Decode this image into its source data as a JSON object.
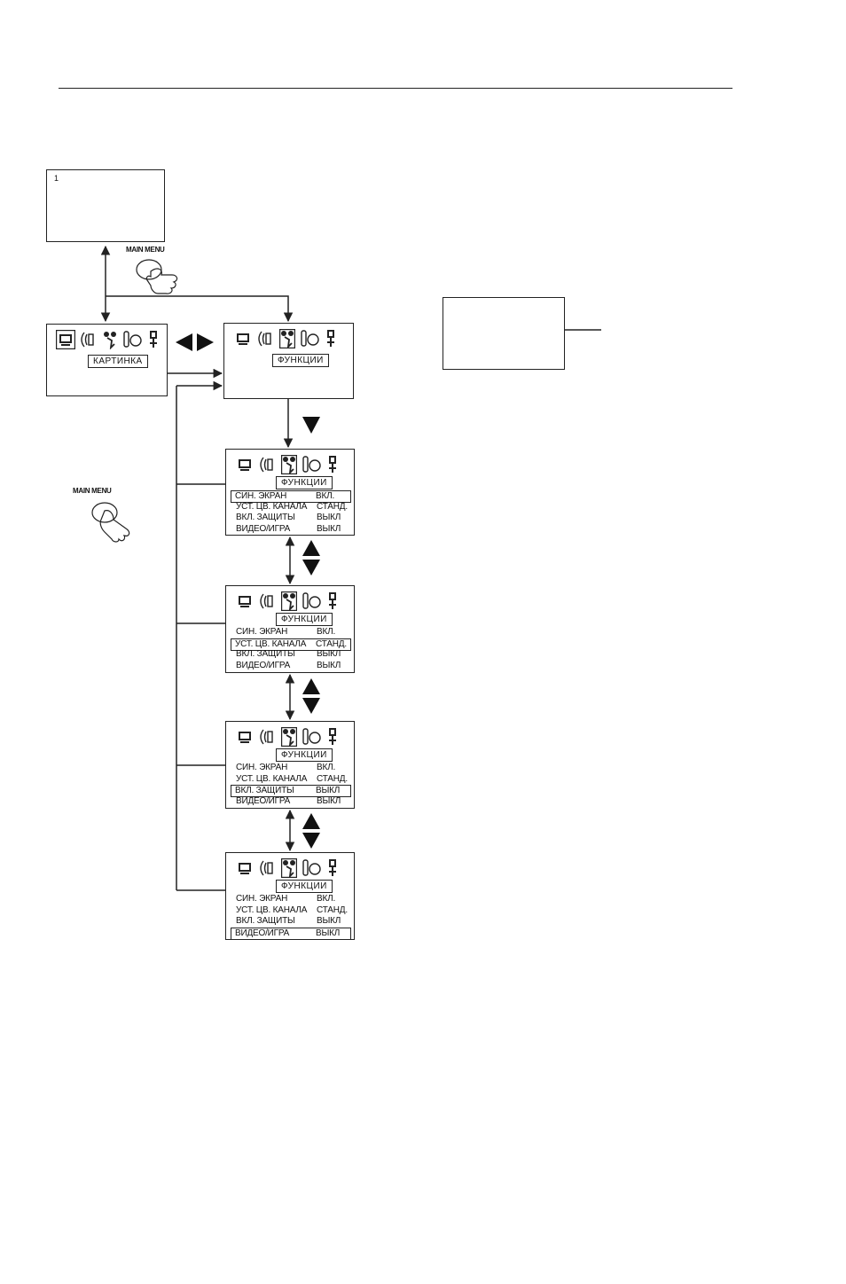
{
  "channel_screen": {
    "channel_number": "1"
  },
  "main_menu_button": {
    "label": "MAIN MENU",
    "icon": "hand-pressing-button-icon"
  },
  "menu_icons": [
    "picture-icon",
    "sound-icon",
    "functions-icon",
    "timer-icon",
    "setup-icon"
  ],
  "picture_menu": {
    "title": "КАРТИНКА"
  },
  "functions_menu": {
    "title": "ФУНКЦИИ",
    "items": [
      {
        "label": "СИН. ЭКРАН",
        "value": "ВКЛ."
      },
      {
        "label": "УСТ. ЦВ. КАНАЛА",
        "value": "СТАНД."
      },
      {
        "label": "ВКЛ. ЗАЩИТЫ",
        "value": "ВЫКЛ"
      },
      {
        "label": "ВИДЕО/ИГРА",
        "value": "ВЫКЛ"
      }
    ]
  },
  "colors": {
    "line": "#222222",
    "background": "#ffffff"
  }
}
